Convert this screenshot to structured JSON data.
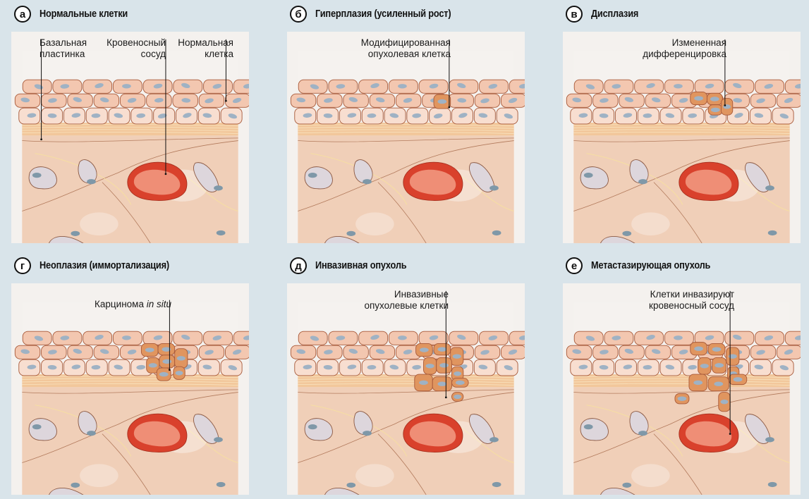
{
  "figure": {
    "panels": [
      {
        "letter": "а",
        "title": "Нормальные клетки",
        "stage": "normal",
        "labels": [
          {
            "id": "basal",
            "lines": [
              "Базальная",
              "пластинка"
            ]
          },
          {
            "id": "vessel",
            "lines": [
              "Кровеносный",
              "сосуд"
            ]
          },
          {
            "id": "normal-cell",
            "lines": [
              "Нормальная",
              "клетка"
            ]
          }
        ]
      },
      {
        "letter": "б",
        "title": "Гиперплазия (усиленный рост)",
        "stage": "hyperplasia",
        "labels": [
          {
            "id": "modified",
            "lines": [
              "Модифицированная",
              "опухолевая клетка"
            ]
          }
        ]
      },
      {
        "letter": "в",
        "title": "Дисплазия",
        "stage": "dysplasia",
        "labels": [
          {
            "id": "diff",
            "lines": [
              "Измененная",
              "дифференцировка"
            ]
          }
        ]
      },
      {
        "letter": "г",
        "title": "Неоплазия (иммортализация)",
        "stage": "neoplasia",
        "labels": [
          {
            "id": "carcinoma",
            "lines": [
              "Карцинома ",
              "in situ"
            ]
          }
        ]
      },
      {
        "letter": "д",
        "title": "Инвазивная опухоль",
        "stage": "invasive",
        "labels": [
          {
            "id": "invasive",
            "lines": [
              "Инвазивные",
              "опухолевые клетки"
            ]
          }
        ]
      },
      {
        "letter": "е",
        "title": "Метастазирующая опухоль",
        "stage": "metastatic",
        "labels": [
          {
            "id": "metastatic",
            "lines": [
              "Клетки инвазируют",
              "кровеносный сосуд"
            ]
          }
        ]
      }
    ]
  },
  "colors": {
    "page_bg": "#d9e4ea",
    "epithelium_cell": "#f3c7b0",
    "epithelium_cell_pale": "#f8ded0",
    "cell_outline": "#a85a3a",
    "nucleus": "#9fb2c4",
    "tumor_cell": "#e0955f",
    "basal_lamina": "#f2c79b",
    "stroma": "#f0cfb8",
    "fibroblast": "#ddd6dc",
    "vessel_wall": "#d9412c",
    "vessel_lumen": "#ef8e76"
  }
}
